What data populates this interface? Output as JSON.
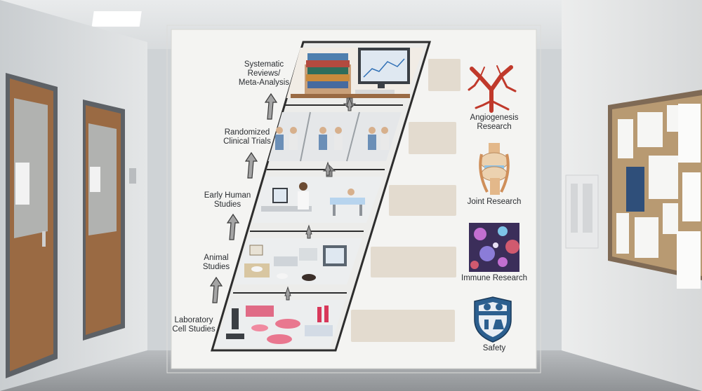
{
  "stages": [
    {
      "label_line1": "Systematic",
      "label_line2": "Reviews/",
      "label_line3": "Meta-Analysis"
    },
    {
      "label_line1": "Randomized",
      "label_line2": "Clinical Trials"
    },
    {
      "label_line1": "Early Human",
      "label_line2": "Studies"
    },
    {
      "label_line1": "Animal",
      "label_line2": "Studies"
    },
    {
      "label_line1": "Laboratory",
      "label_line2": "Cell Studies"
    }
  ],
  "research_areas": [
    {
      "label_line1": "Angiogenesis",
      "label_line2": "Research",
      "icon": "blood-vessel-icon",
      "color": "#c0392b"
    },
    {
      "label_line1": "Joint Research",
      "icon": "knee-joint-icon",
      "color": "#d9a06a"
    },
    {
      "label_line1": "Immune Research",
      "icon": "immune-cells-icon",
      "color": "#8e5ab5"
    },
    {
      "label_line1": "Safety",
      "icon": "safety-shield-icon",
      "color": "#2c5f8f"
    }
  ],
  "colors": {
    "poster": "#f4f4f2",
    "blank_box": "#e3dbcf",
    "wall": "#e9eaeb",
    "door": "#9a6a43",
    "corkboard": "#b89a72"
  }
}
